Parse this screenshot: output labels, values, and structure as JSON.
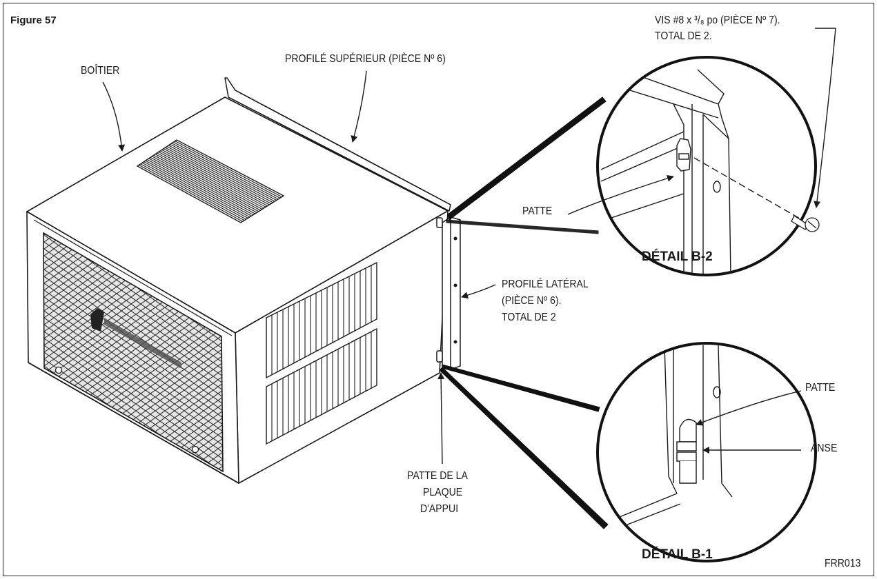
{
  "figure": {
    "title": "Figure 57",
    "code": "FRR013"
  },
  "labels": {
    "boitier": "BOÎTIER",
    "profile_superieur": "PROFILÉ SUPÉRIEUR (PIÈCE Nº 6)",
    "vis_line1": "VIS #8 x ³/₈ po (PIÈCE Nº 7).",
    "vis_line2": "TOTAL DE 2.",
    "patte_b2": "PATTE",
    "detail_b2": "DÉTAIL B-2",
    "profile_lateral_line1": "PROFILÉ LATÉRAL",
    "profile_lateral_line2": "(PIÈCE Nº 6).",
    "profile_lateral_line3": "TOTAL DE 2",
    "patte_plaque_line1": "PATTE DE LA",
    "patte_plaque_line2": "PLAQUE",
    "patte_plaque_line3": "D'APPUI",
    "patte_b1": "PATTE",
    "anse": "ANSE",
    "detail_b1": "DÉTAIL B-1"
  },
  "colors": {
    "line": "#1a1a1a",
    "paper": "#ffffff",
    "grille": "#d9d9d9"
  }
}
